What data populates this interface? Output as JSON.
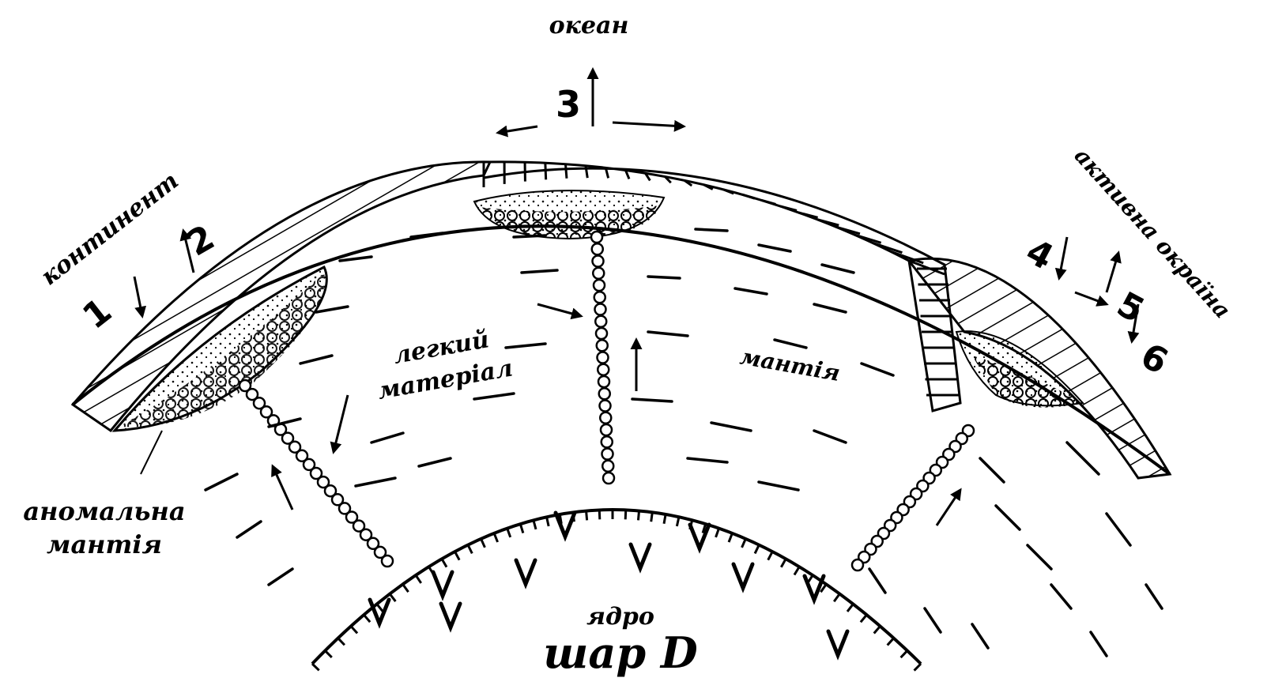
{
  "labels": {
    "ocean": "океан",
    "continent": "континент",
    "active_margin": "активна окраїна",
    "light_material_line1": "легкий",
    "light_material_line2": "матеріал",
    "mantle": "мантія",
    "anomalous_mantle_line1": "аномальна",
    "anomalous_mantle_line2": "мантія",
    "core": "ядро",
    "layer_d": "шар D"
  },
  "markers": {
    "m1": "1",
    "m2": "2",
    "m3": "3",
    "m4": "4",
    "m5": "5",
    "m6": "6"
  },
  "colors": {
    "ink": "#000000",
    "background": "#ffffff"
  }
}
